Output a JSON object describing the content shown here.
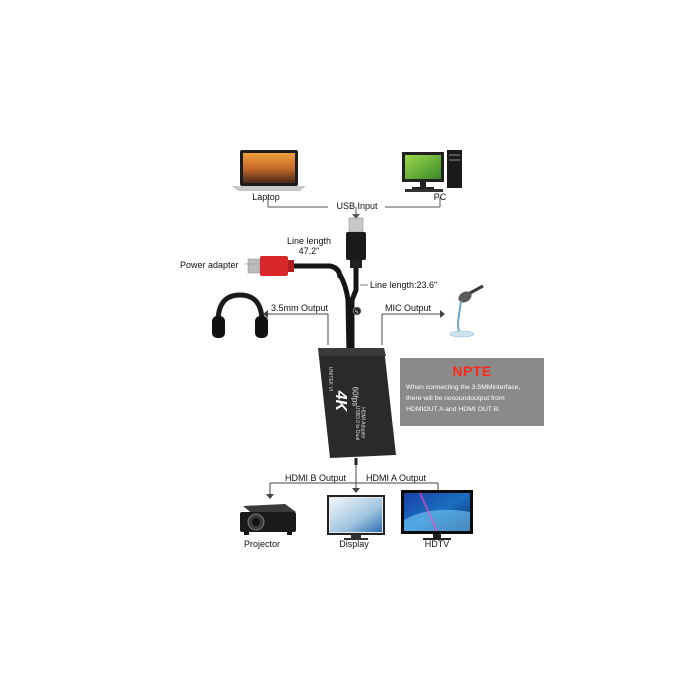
{
  "devices": {
    "laptop": "Laptop",
    "pc": "PC",
    "usb_input": "USB Input",
    "power_adapter": "Power adapter",
    "line_length_1": "Line length",
    "line_length_1_value": "47.2\"",
    "line_length_2": "Line length:23.6\"",
    "headphones_output": "3.5mm Output",
    "mic_output": "MIC Output",
    "hdmi_b_output": "HDMI B Output",
    "hdmi_a_output": "HDMI A Output",
    "projector": "Projector",
    "display": "Display",
    "hdtv": "HDTV"
  },
  "adapter": {
    "brand_4k": "4K",
    "fps": "60fps",
    "model_line1": "USB3.0 to Dual",
    "model_line2": "HDMI Adapter",
    "maker": "UNITEK VI"
  },
  "note": {
    "title": "NPTE",
    "lines": [
      "When connecting the 3.5MMinterface,",
      "there will be nosoundoutput from",
      "HDMIOUT A and HDMI OUT B."
    ]
  },
  "colors": {
    "red_cable": "#d8282c",
    "note_bg": "#8a8a8a",
    "note_title": "#ff2a1a",
    "adapter_body": "#2a2a2c",
    "hdtv_screen": "#1a6fc0"
  }
}
